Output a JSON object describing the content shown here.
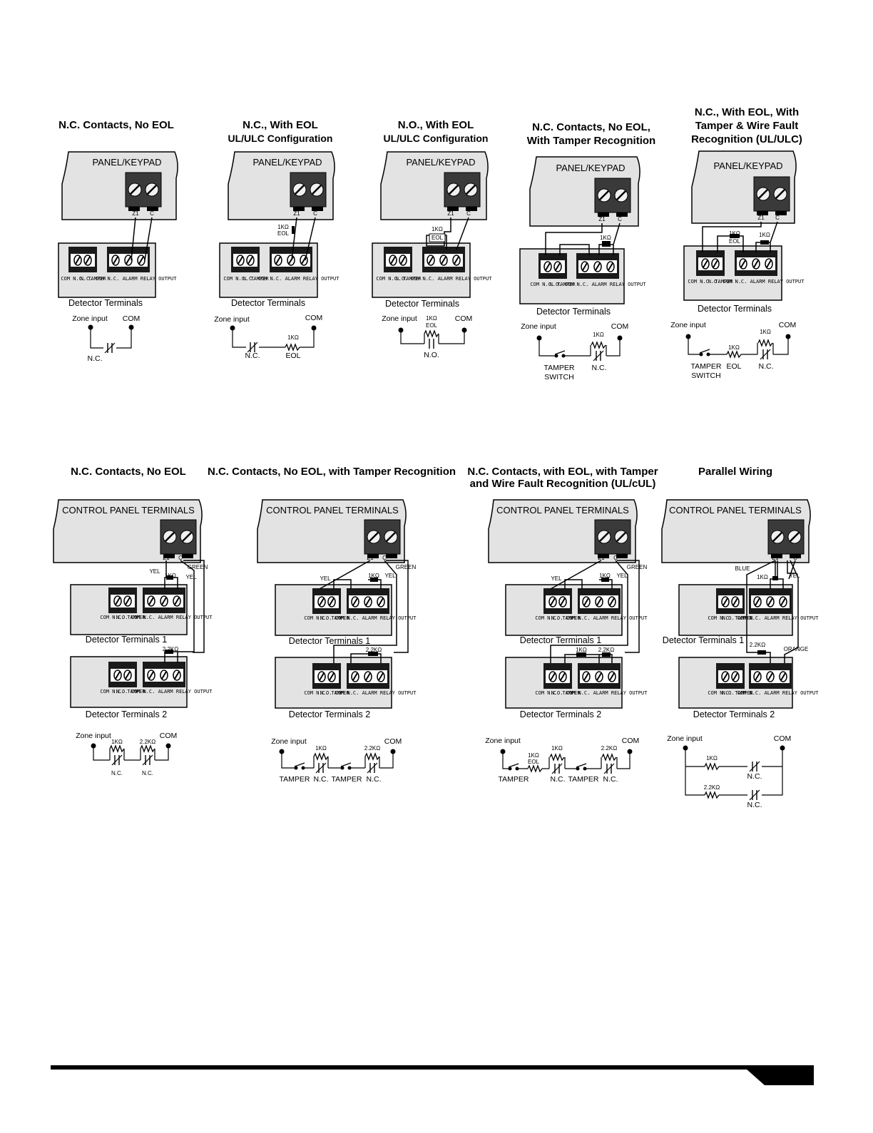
{
  "labels": {
    "panel_keypad": "PANEL/KEYPAD",
    "control_panel": "CONTROL PANEL TERMINALS",
    "detector_terminals": "Detector Terminals",
    "detector_terminals_1": "Detector Terminals 1",
    "detector_terminals_2": "Detector Terminals 2",
    "zone_input": "Zone input",
    "com": "COM",
    "z1": "Z1",
    "c": "C",
    "tamper_term": "COM N.C. TAMPER",
    "relay_term_nc": "N.C. COM N.C. ALARM RELAY OUTPUT",
    "relay_term_no": "N.O. COM N.C. ALARM RELAY OUTPUT",
    "nc": "N.C.",
    "no": "N.O.",
    "eol": "EOL",
    "k1": "1KΩ",
    "k22": "2.2KΩ",
    "tamper": "TAMPER",
    "tamper_switch_1": "TAMPER",
    "tamper_switch_2": "SWITCH",
    "yel": "YEL",
    "green": "GREEN",
    "blue": "BLUE",
    "orange": "ORANGE"
  },
  "top_row": [
    {
      "title": [
        "N.C. Contacts,  No EOL"
      ]
    },
    {
      "title": [
        "N.C., With EOL",
        "UL/ULC Configuration"
      ]
    },
    {
      "title": [
        "N.O., With EOL",
        "UL/ULC Configuration"
      ]
    },
    {
      "title": [
        "N.C. Contacts, No EOL,",
        "With Tamper Recognition"
      ]
    },
    {
      "title": [
        "N.C., With EOL, With",
        "Tamper & Wire Fault",
        "Recognition (UL/ULC)"
      ]
    }
  ],
  "bottom_row": [
    {
      "title": [
        "N.C. Contacts, No EOL"
      ]
    },
    {
      "title": [
        "N.C. Contacts, No EOL, with Tamper Recognition"
      ]
    },
    {
      "title": [
        "N.C. Contacts, with EOL, with Tamper",
        "and Wire Fault Recognition (UL/cUL)"
      ]
    },
    {
      "title": [
        "Parallel Wiring"
      ]
    }
  ]
}
